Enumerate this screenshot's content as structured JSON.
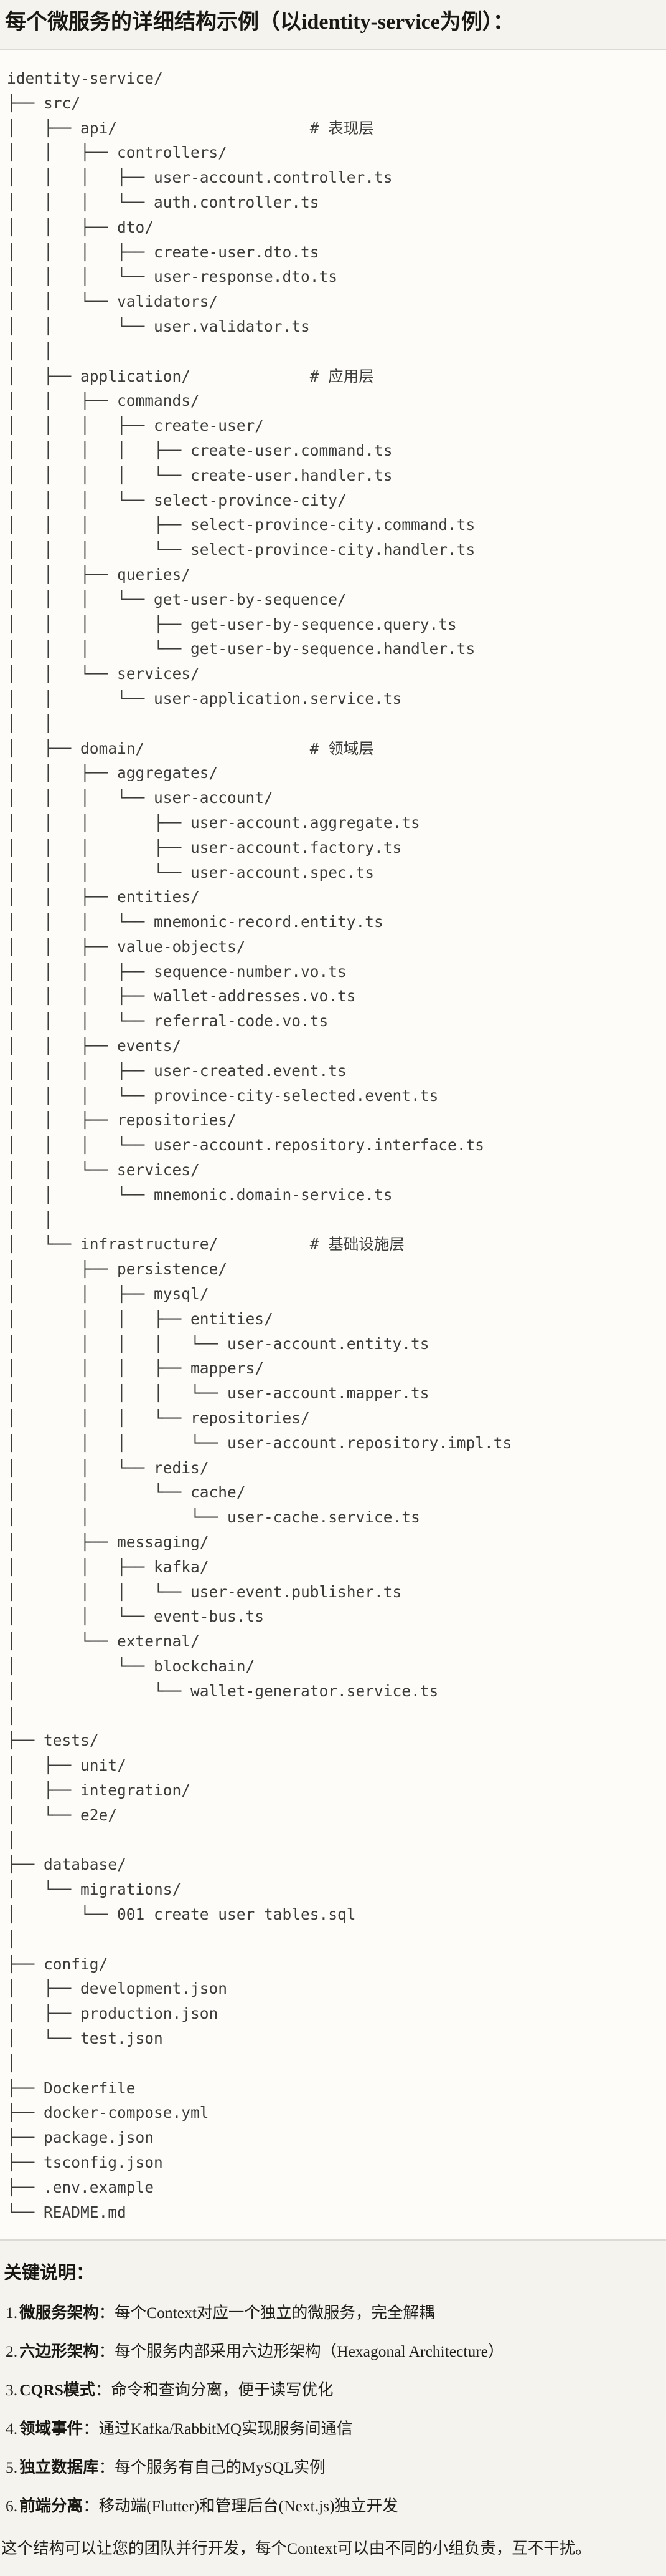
{
  "page": {
    "title": "每个微服务的详细结构示例（以identity-service为例）：",
    "footer": "这个结构可以让您的团队并行开发，每个Context可以由不同的小组负责，互不干扰。"
  },
  "file_tree": {
    "lines": [
      "identity-service/",
      "├── src/",
      "│   ├── api/                     # 表现层",
      "│   │   ├── controllers/",
      "│   │   │   ├── user-account.controller.ts",
      "│   │   │   └── auth.controller.ts",
      "│   │   ├── dto/",
      "│   │   │   ├── create-user.dto.ts",
      "│   │   │   └── user-response.dto.ts",
      "│   │   └── validators/",
      "│   │       └── user.validator.ts",
      "│   │",
      "│   ├── application/             # 应用层",
      "│   │   ├── commands/",
      "│   │   │   ├── create-user/",
      "│   │   │   │   ├── create-user.command.ts",
      "│   │   │   │   └── create-user.handler.ts",
      "│   │   │   └── select-province-city/",
      "│   │   │       ├── select-province-city.command.ts",
      "│   │   │       └── select-province-city.handler.ts",
      "│   │   ├── queries/",
      "│   │   │   └── get-user-by-sequence/",
      "│   │   │       ├── get-user-by-sequence.query.ts",
      "│   │   │       └── get-user-by-sequence.handler.ts",
      "│   │   └── services/",
      "│   │       └── user-application.service.ts",
      "│   │",
      "│   ├── domain/                  # 领域层",
      "│   │   ├── aggregates/",
      "│   │   │   └── user-account/",
      "│   │   │       ├── user-account.aggregate.ts",
      "│   │   │       ├── user-account.factory.ts",
      "│   │   │       └── user-account.spec.ts",
      "│   │   ├── entities/",
      "│   │   │   └── mnemonic-record.entity.ts",
      "│   │   ├── value-objects/",
      "│   │   │   ├── sequence-number.vo.ts",
      "│   │   │   ├── wallet-addresses.vo.ts",
      "│   │   │   └── referral-code.vo.ts",
      "│   │   ├── events/",
      "│   │   │   ├── user-created.event.ts",
      "│   │   │   └── province-city-selected.event.ts",
      "│   │   ├── repositories/",
      "│   │   │   └── user-account.repository.interface.ts",
      "│   │   └── services/",
      "│   │       └── mnemonic.domain-service.ts",
      "│   │",
      "│   └── infrastructure/          # 基础设施层",
      "│       ├── persistence/",
      "│       │   ├── mysql/",
      "│       │   │   ├── entities/",
      "│       │   │   │   └── user-account.entity.ts",
      "│       │   │   ├── mappers/",
      "│       │   │   │   └── user-account.mapper.ts",
      "│       │   │   └── repositories/",
      "│       │   │       └── user-account.repository.impl.ts",
      "│       │   └── redis/",
      "│       │       └── cache/",
      "│       │           └── user-cache.service.ts",
      "│       ├── messaging/",
      "│       │   ├── kafka/",
      "│       │   │   └── user-event.publisher.ts",
      "│       │   └── event-bus.ts",
      "│       └── external/",
      "│           └── blockchain/",
      "│               └── wallet-generator.service.ts",
      "│",
      "├── tests/",
      "│   ├── unit/",
      "│   ├── integration/",
      "│   └── e2e/",
      "│",
      "├── database/",
      "│   └── migrations/",
      "│       └── 001_create_user_tables.sql",
      "│",
      "├── config/",
      "│   ├── development.json",
      "│   ├── production.json",
      "│   └── test.json",
      "│",
      "├── Dockerfile",
      "├── docker-compose.yml",
      "├── package.json",
      "├── tsconfig.json",
      "├── .env.example",
      "└── README.md"
    ]
  },
  "notes": {
    "heading": "关键说明：",
    "separator": "：",
    "items": [
      {
        "num": "1.",
        "term": "微服务架构",
        "desc": "每个Context对应一个独立的微服务，完全解耦"
      },
      {
        "num": "2.",
        "term": "六边形架构",
        "desc": "每个服务内部采用六边形架构（Hexagonal Architecture）"
      },
      {
        "num": "3.",
        "term": "CQRS模式",
        "desc": "命令和查询分离，便于读写优化"
      },
      {
        "num": "4.",
        "term": "领域事件",
        "desc": "通过Kafka/RabbitMQ实现服务间通信"
      },
      {
        "num": "5.",
        "term": "独立数据库",
        "desc": "每个服务有自己的MySQL实例"
      },
      {
        "num": "6.",
        "term": "前端分离",
        "desc": "移动端(Flutter)和管理后台(Next.js)独立开发"
      }
    ]
  }
}
